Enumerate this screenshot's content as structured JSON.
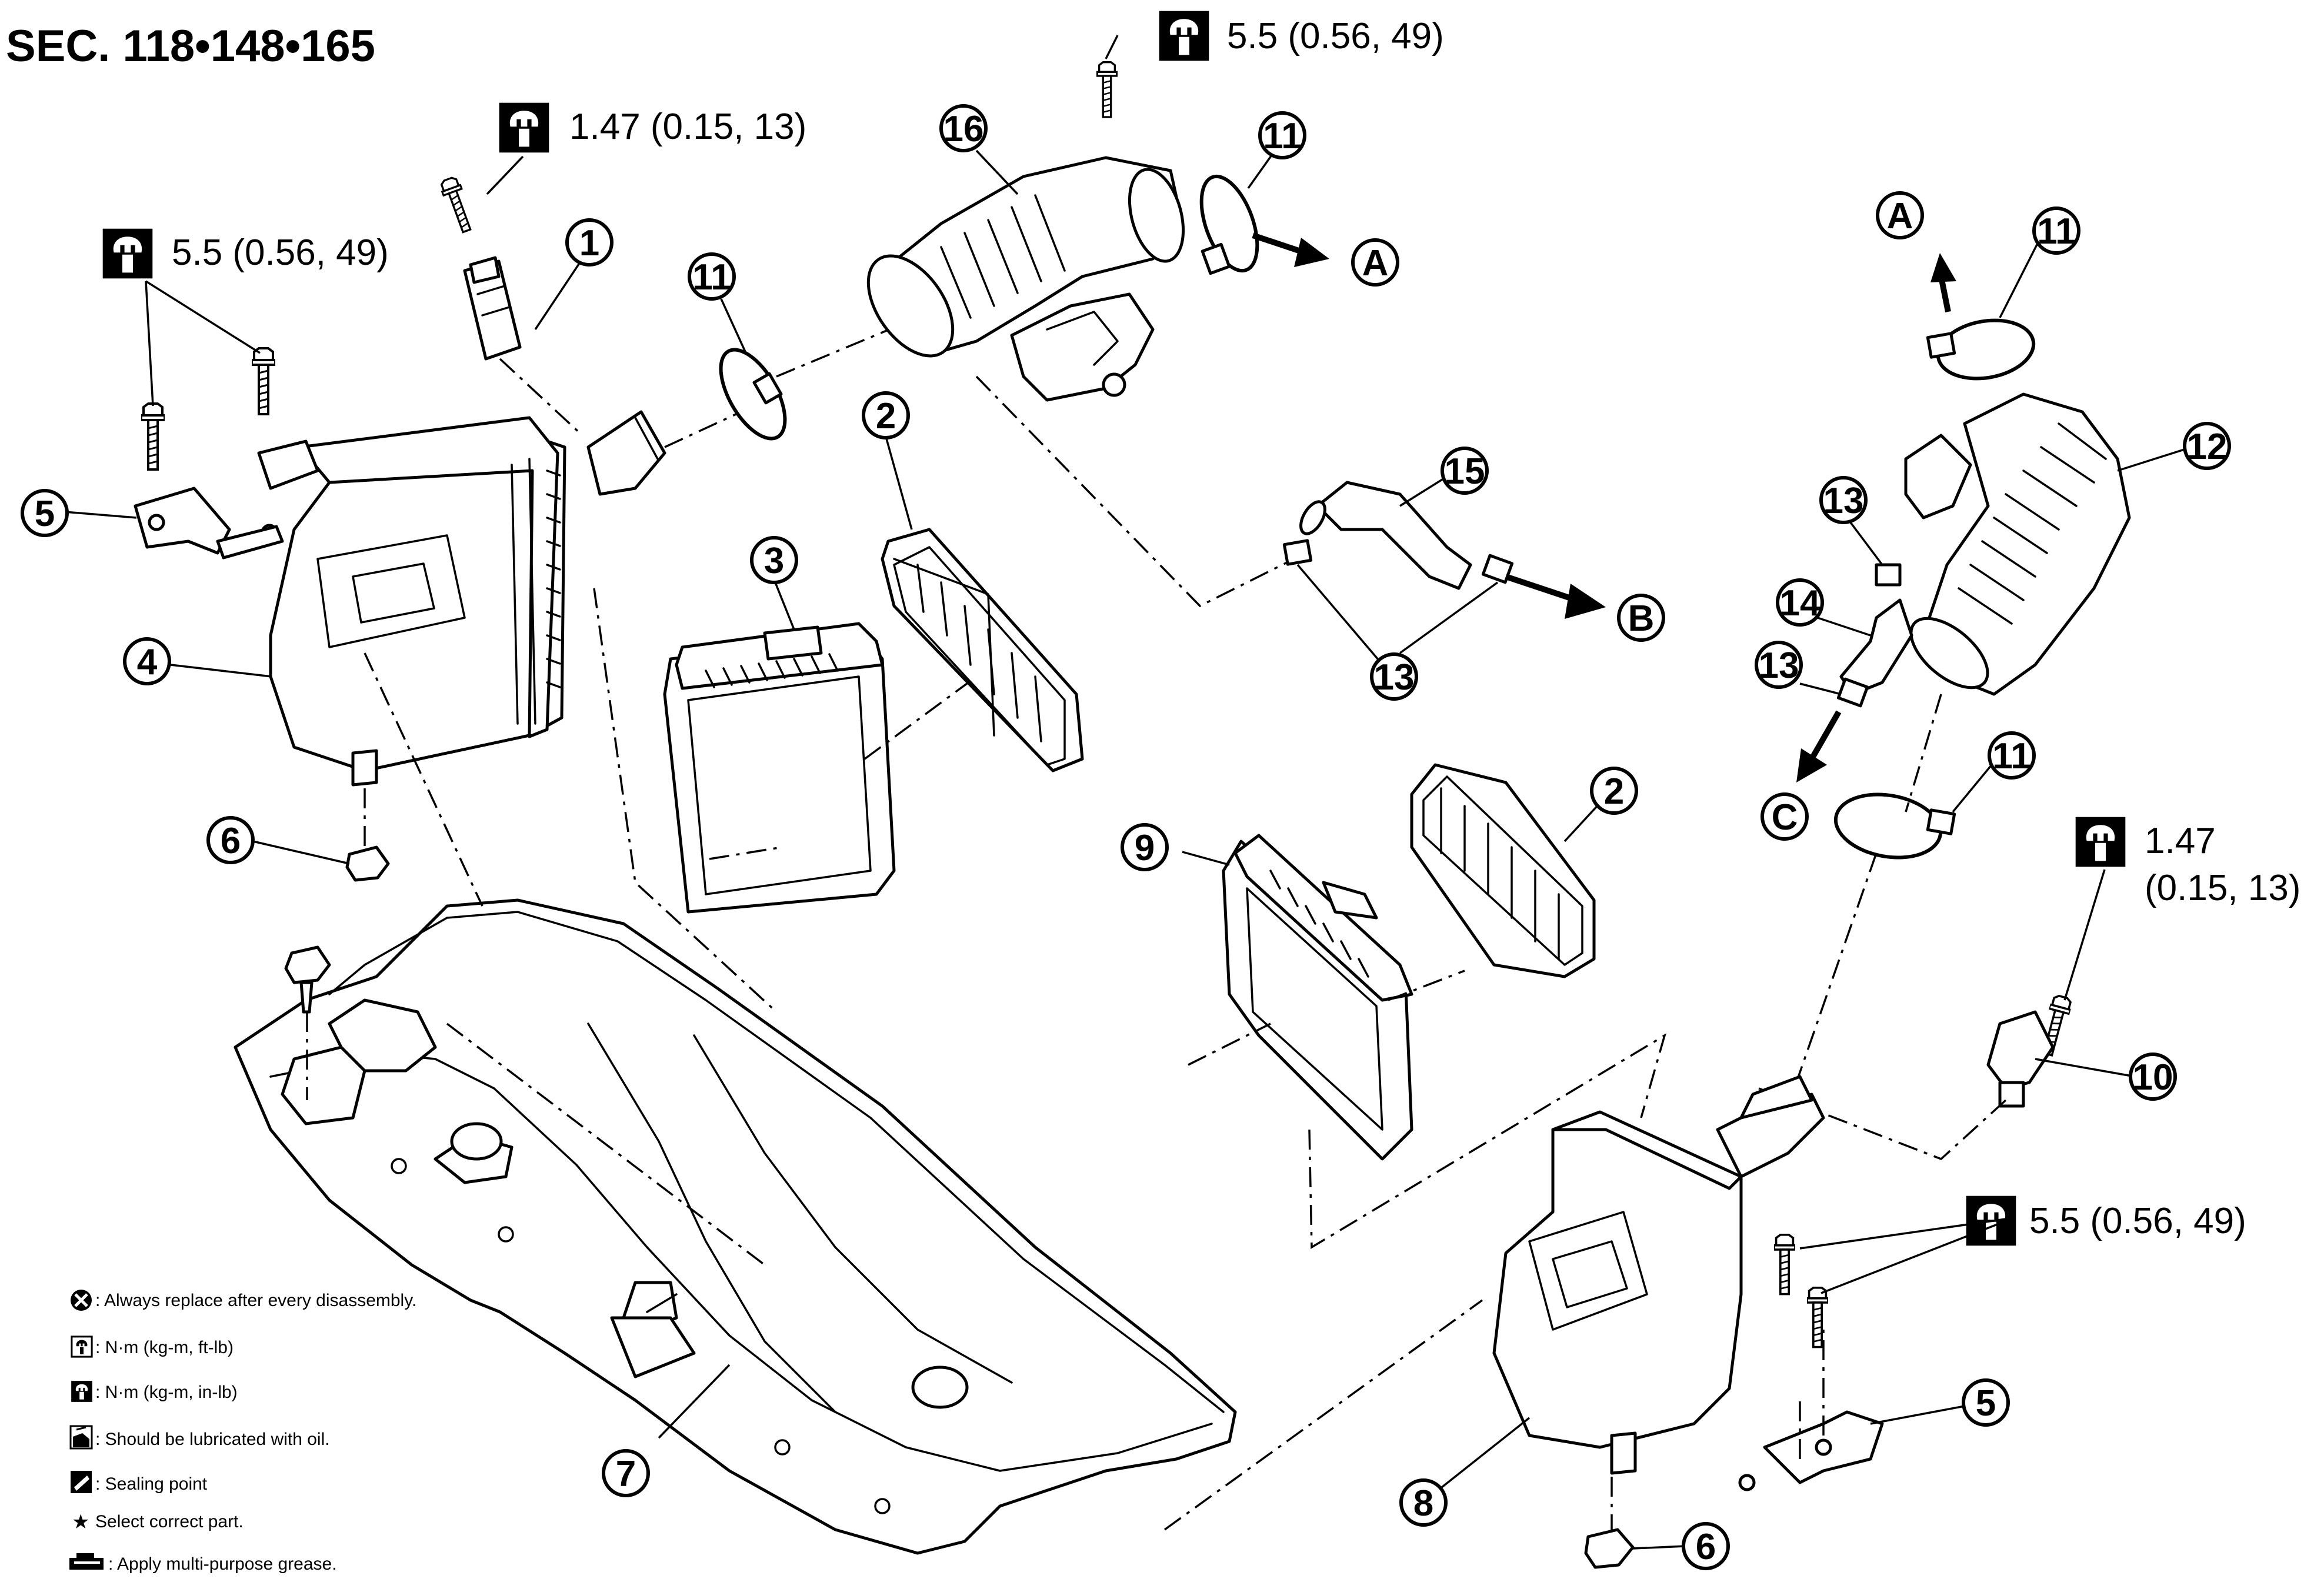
{
  "header": {
    "section": "SEC. 118•148•165"
  },
  "torques": {
    "t_mass_air_sensor_bolt": "1.47 (0.15, 13)",
    "t_left_bracket_bolts": "5.5 (0.56, 49)",
    "t_duct_top_bolt": "5.5 (0.56, 49)",
    "t_right_bracket_bolts": "5.5 (0.56, 49)",
    "t_right_sensor_value": "1.47",
    "t_right_sensor_paren": "(0.15, 13)"
  },
  "callouts": {
    "c1": "1",
    "c2a": "2",
    "c2b": "2",
    "c3": "3",
    "c4": "4",
    "c5a": "5",
    "c5b": "5",
    "c6a": "6",
    "c6b": "6",
    "c7": "7",
    "c8": "8",
    "c9": "9",
    "c10": "10",
    "c11a": "11",
    "c11b": "11",
    "c11c": "11",
    "c11d": "11",
    "c12": "12",
    "c13a": "13",
    "c13b": "13",
    "c13c": "13",
    "c14": "14",
    "c15": "15",
    "c16": "16"
  },
  "arrows": {
    "a_top": "A",
    "a_right": "A",
    "b": "B",
    "c": "C"
  },
  "legend": {
    "replace": ": Always replace after every disassembly.",
    "nm_ft": ": N·m (kg-m, ft-lb)",
    "nm_in": ": N·m (kg-m, in-lb)",
    "oil": ": Should be lubricated with oil.",
    "seal": ": Sealing point",
    "select": "Select correct part.",
    "grease": ": Apply multi-purpose grease."
  },
  "icons": {
    "torque_icon": "torque-wrench-icon",
    "replace_icon": "cross-circle-icon",
    "ftlb_icon": "torque-wrench-outline-icon",
    "inlb_icon": "torque-wrench-solid-icon",
    "oil_icon": "oil-can-icon",
    "seal_icon": "sealing-point-icon",
    "star_icon": "star-icon",
    "grease_icon": "grease-gun-icon"
  }
}
